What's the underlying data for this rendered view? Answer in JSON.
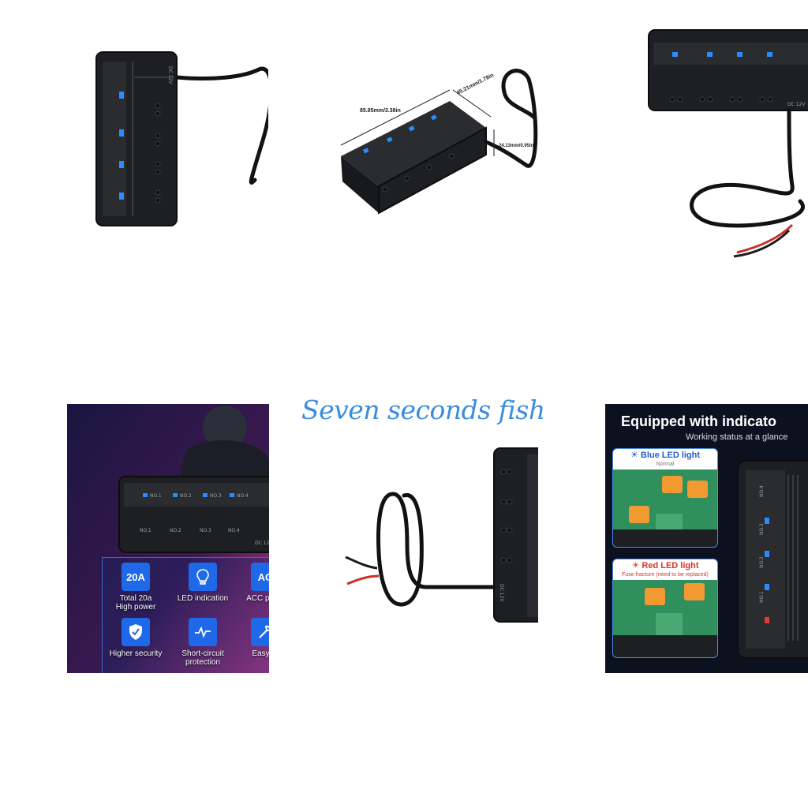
{
  "brand": {
    "name": "Seven seconds fish",
    "color": "#3a8ddc"
  },
  "product_labels": {
    "channels": [
      "NO.1",
      "NO.2",
      "NO.3",
      "NO.4"
    ],
    "power": "DC 12V"
  },
  "dimensions": {
    "length": "85.85mm/3.38in",
    "width": "45.21mm/1.78in",
    "height": "24.13mm/0.95in"
  },
  "features": {
    "items": [
      {
        "icon_text": "20A",
        "label_line1": "Total 20a",
        "label_line2": "High power"
      },
      {
        "icon": "led-bulb-icon",
        "label_line1": "LED indication",
        "label_line2": ""
      },
      {
        "icon_text": "AC",
        "label_line1": "ACC powe",
        "label_line2": ""
      },
      {
        "icon": "shield-check-icon",
        "label_line1": "Higher security",
        "label_line2": ""
      },
      {
        "icon": "short-circuit-icon",
        "label_line1": "Short-circuit",
        "label_line2": "protection"
      },
      {
        "icon": "tool-icon",
        "label_line1": "Easy to",
        "label_line2": ""
      }
    ]
  },
  "indicator_panel": {
    "headline": "Equipped with indicato",
    "subline": "Working status at a glance",
    "blue_card": {
      "title": "Blue LED light",
      "note": "Normal"
    },
    "red_card": {
      "title": "Red LED light",
      "note": "Fuse fracture (need to be replaced)"
    }
  },
  "colors": {
    "led_blue": "#2a8cff",
    "led_red": "#e43b2b",
    "housing": "#1e1f22",
    "accent": "#1f69e8"
  }
}
